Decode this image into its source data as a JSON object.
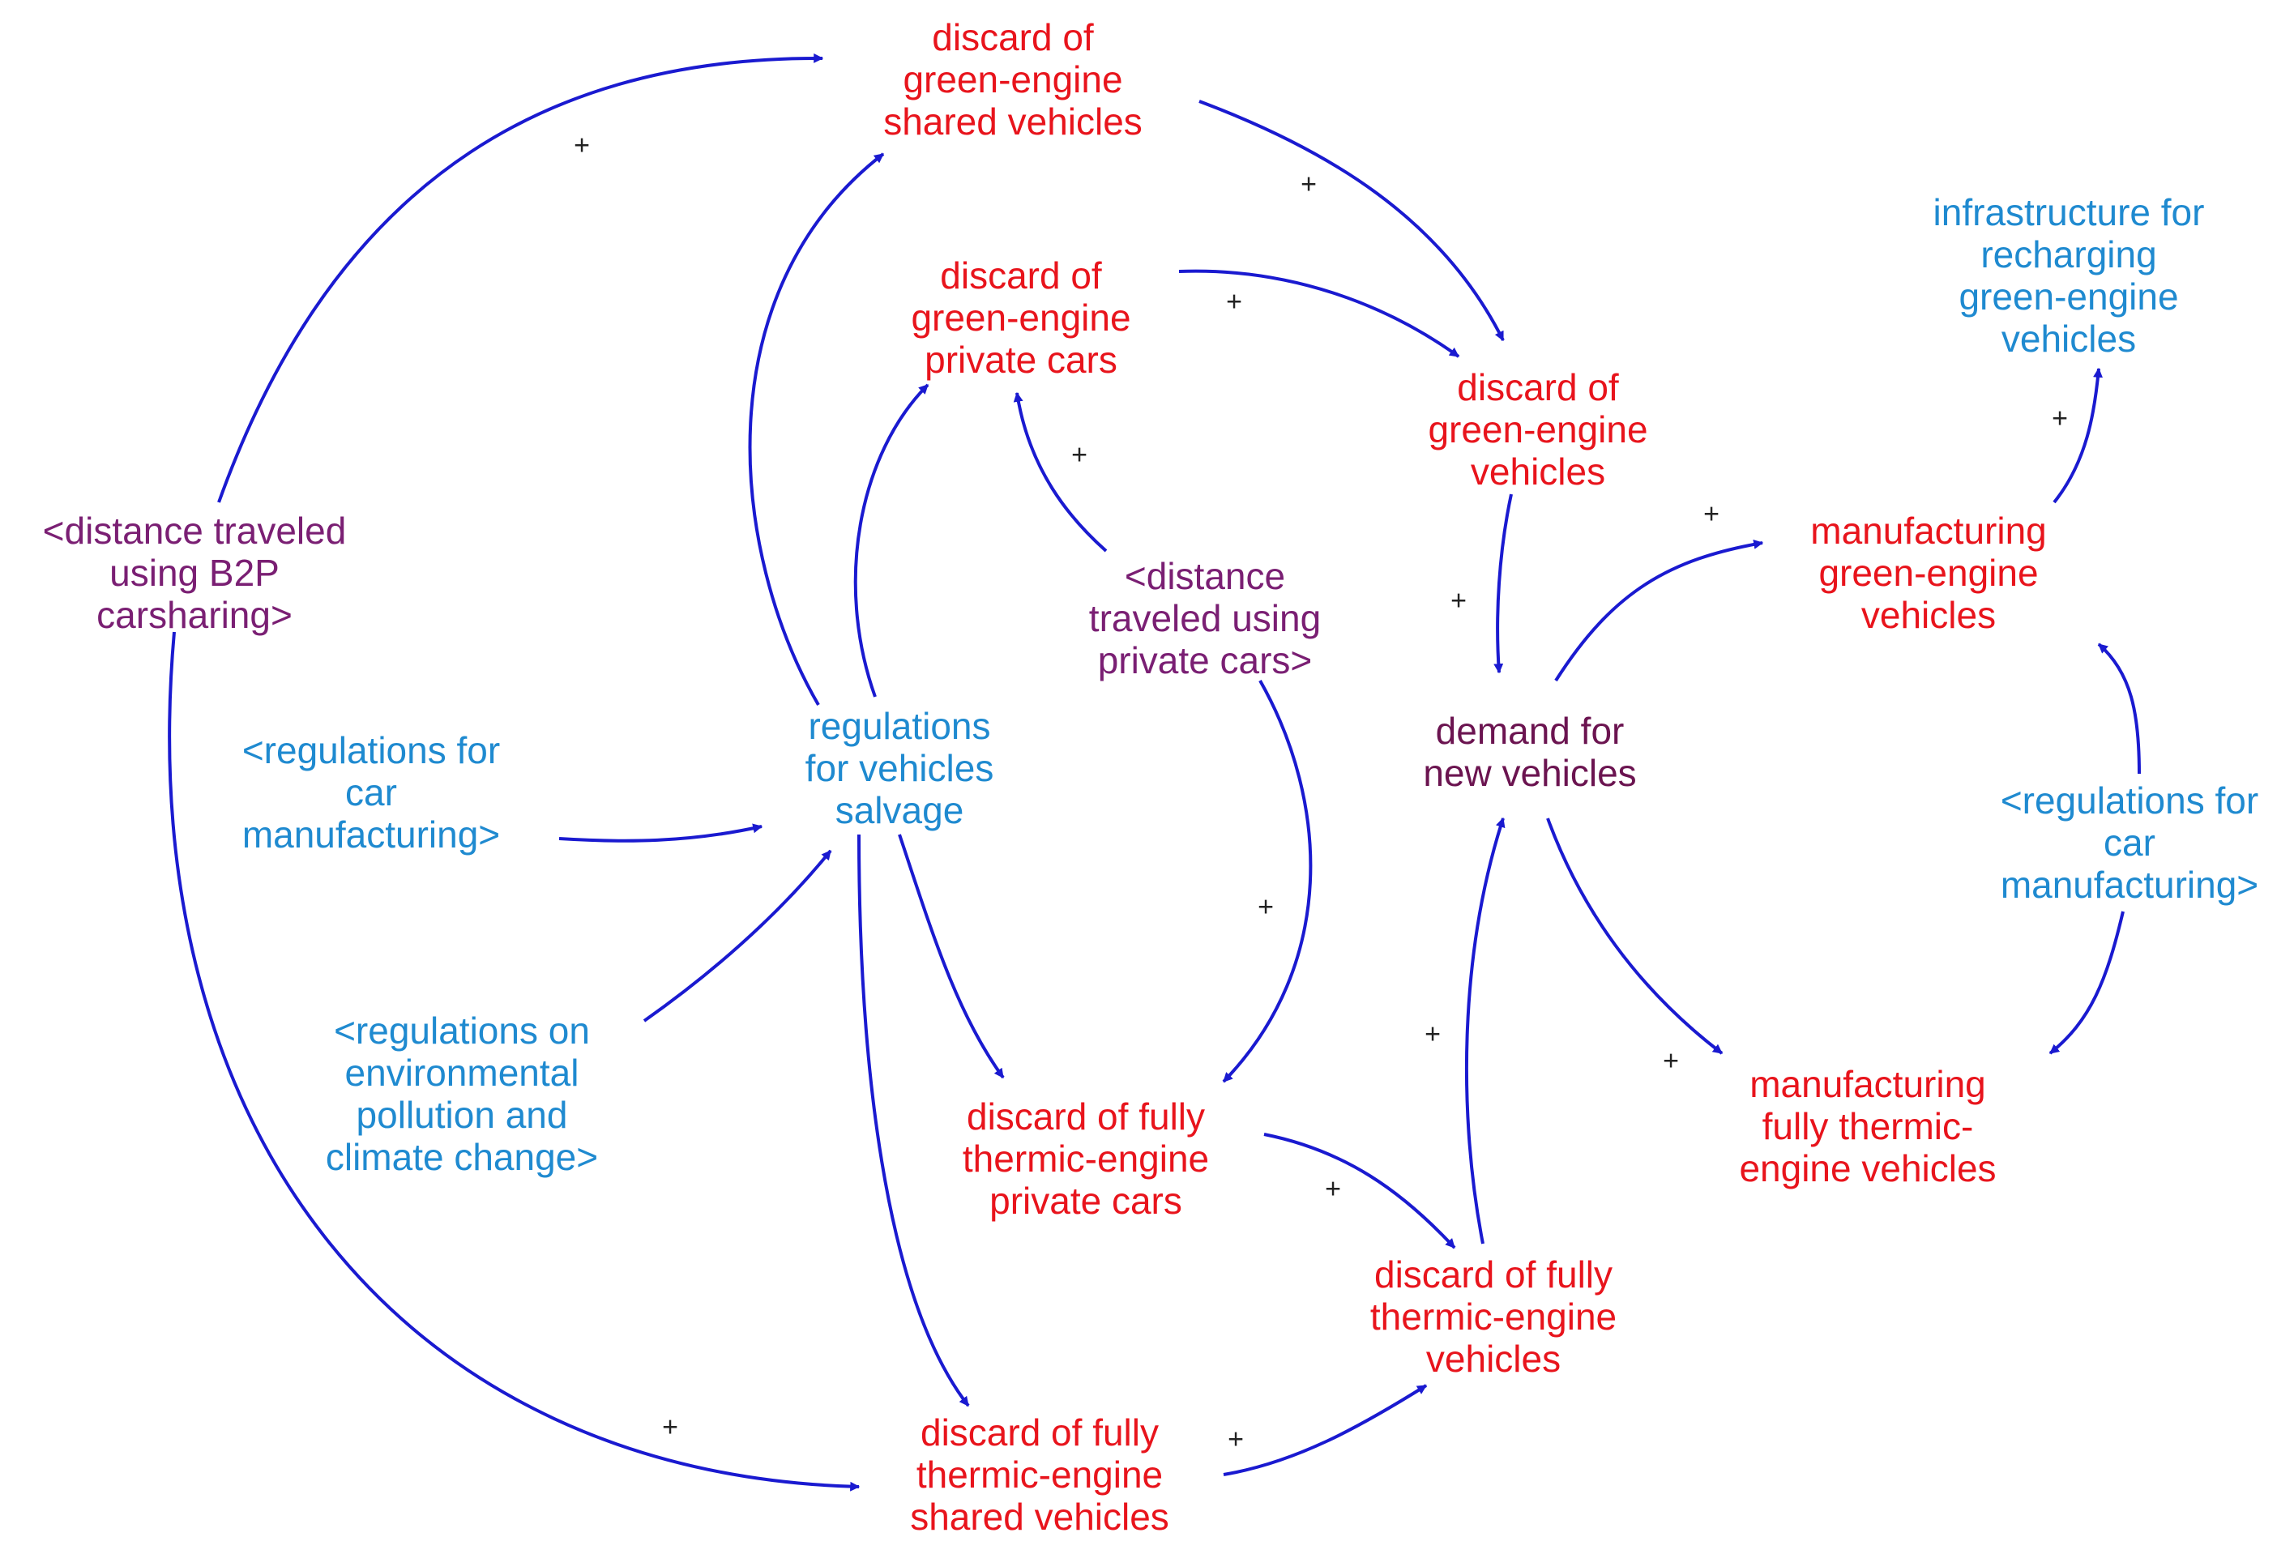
{
  "nodes": {
    "discard_green_shared": {
      "lines": [
        "discard of",
        "green-engine",
        "shared vehicles"
      ],
      "color": "#e8141c"
    },
    "discard_green_private": {
      "lines": [
        "discard of",
        "green-engine",
        "private cars"
      ],
      "color": "#e8141c"
    },
    "discard_green_vehicles": {
      "lines": [
        "discard of",
        "green-engine",
        "vehicles"
      ],
      "color": "#e8141c"
    },
    "infrastructure_recharging": {
      "lines": [
        "infrastructure for",
        "recharging",
        "green-engine",
        "vehicles"
      ],
      "color": "#1f8ad0"
    },
    "manufacturing_green": {
      "lines": [
        "manufacturing",
        "green-engine",
        "vehicles"
      ],
      "color": "#e8141c"
    },
    "distance_b2p": {
      "lines": [
        "<distance traveled",
        "using B2P",
        "carsharing>"
      ],
      "color": "#7a1f73"
    },
    "distance_private": {
      "lines": [
        "<distance",
        "traveled using",
        "private cars>"
      ],
      "color": "#7a1f73"
    },
    "regulations_manufacturing_left": {
      "lines": [
        "<regulations for",
        "car",
        "manufacturing>"
      ],
      "color": "#1f8ad0"
    },
    "regulations_salvage": {
      "lines": [
        "regulations",
        "for vehicles",
        "salvage"
      ],
      "color": "#1f8ad0"
    },
    "demand_new": {
      "lines": [
        "demand for",
        "new vehicles"
      ],
      "color": "#6b1450"
    },
    "regulations_manufacturing_right": {
      "lines": [
        "<regulations for",
        "car",
        "manufacturing>"
      ],
      "color": "#1f8ad0"
    },
    "regulations_environment": {
      "lines": [
        "<regulations on",
        "environmental",
        "pollution and",
        "climate change>"
      ],
      "color": "#1f8ad0"
    },
    "discard_thermic_private": {
      "lines": [
        "discard of fully",
        "thermic-engine",
        "private cars"
      ],
      "color": "#e8141c"
    },
    "manufacturing_thermic": {
      "lines": [
        "manufacturing",
        "fully thermic-",
        "engine vehicles"
      ],
      "color": "#e8141c"
    },
    "discard_thermic_vehicles": {
      "lines": [
        "discard of fully",
        "thermic-engine",
        "vehicles"
      ],
      "color": "#e8141c"
    },
    "discard_thermic_shared": {
      "lines": [
        "discard of fully",
        "thermic-engine",
        "shared vehicles"
      ],
      "color": "#e8141c"
    }
  },
  "signs": {
    "b2p_to_green_shared": "+",
    "green_shared_to_green_vehicles": "+",
    "green_private_to_green_vehicles": "+",
    "distance_private_to_green_private": "+",
    "manufacturing_green_to_infrastructure": "+",
    "demand_to_manufacturing_green": "+",
    "green_vehicles_to_demand": "+",
    "distance_private_to_thermic_private": "+",
    "thermic_vehicles_to_demand": "+",
    "demand_to_manufacturing_thermic": "+",
    "thermic_private_to_thermic_vehicles": "+",
    "b2p_to_thermic_shared": "+",
    "thermic_shared_to_thermic_vehicles": "+"
  },
  "colors": {
    "arrow": "#1a1ad0",
    "sign": "#222222"
  }
}
